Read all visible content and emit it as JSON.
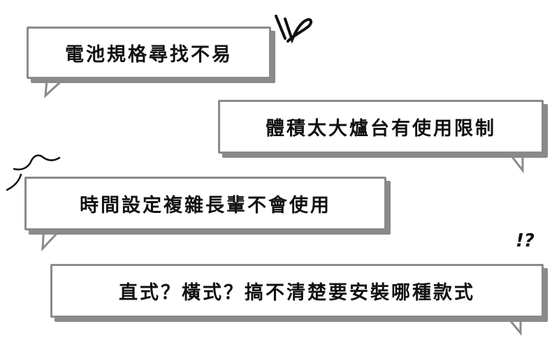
{
  "bubbles": [
    {
      "text": "電池規格尋找不易"
    },
    {
      "text": "體積太大爐台有使用限制"
    },
    {
      "text": "時間設定複雜長輩不會使用"
    },
    {
      "text": "直式？橫式？搞不清楚要安裝哪種款式"
    }
  ],
  "decorations": {
    "exclaim": "!?"
  },
  "colors": {
    "border": "#8a8a8a",
    "text": "#111111"
  }
}
